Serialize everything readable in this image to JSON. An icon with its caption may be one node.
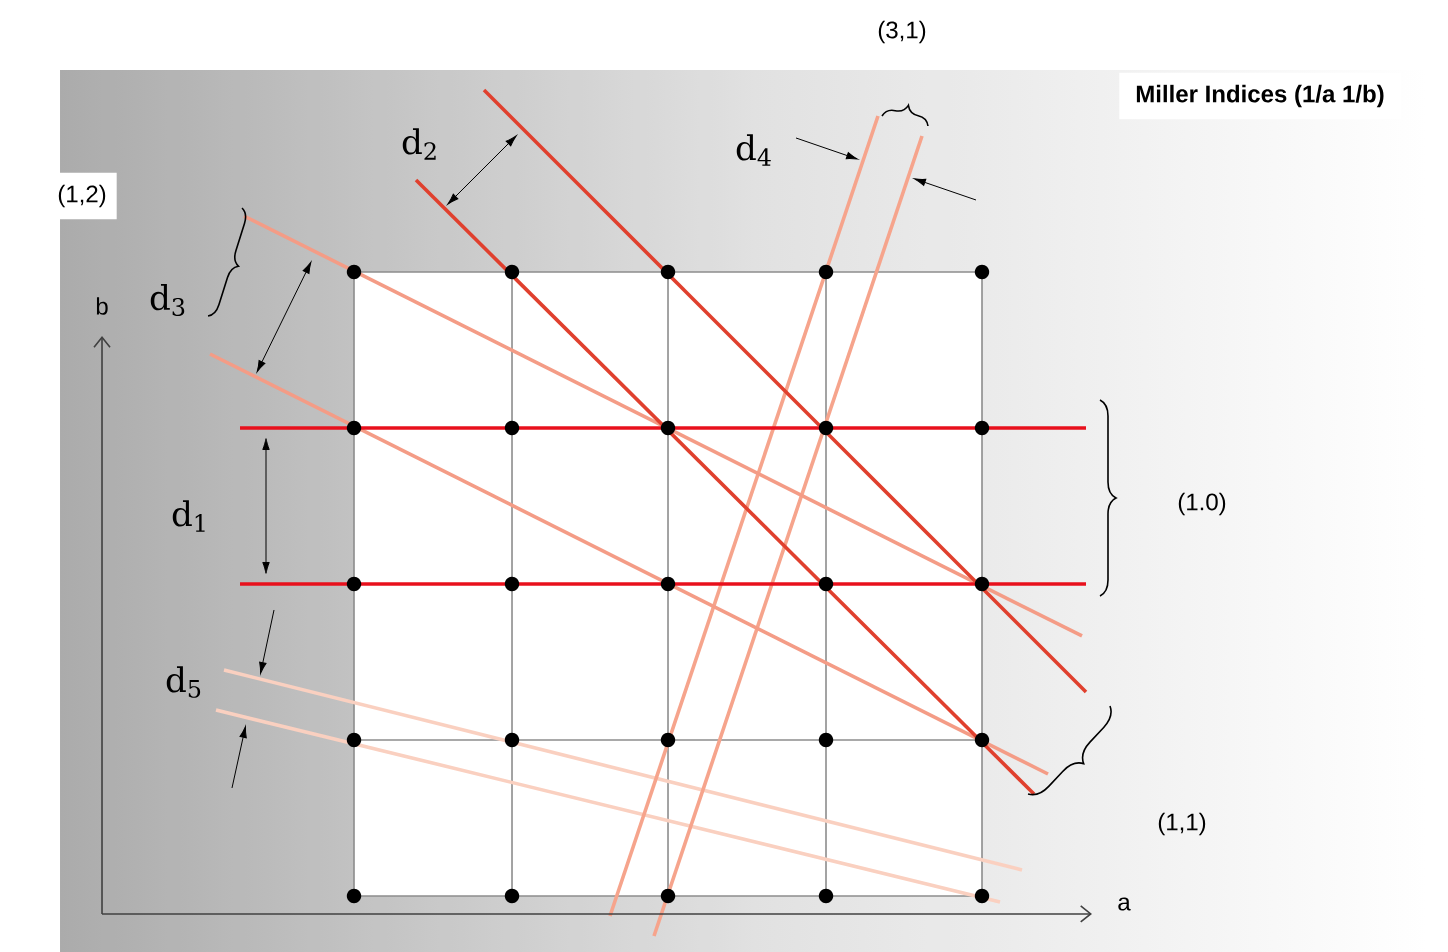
{
  "diagram": {
    "title": "Miller Indices (1/a 1/b)",
    "labels": [
      "(3,1)",
      "d$_{2}$",
      "d$_{4}$",
      "(1,2)",
      "d$_{3}$",
      "b",
      "(1.0)",
      "d$_{1}$",
      "d$_{5}$",
      "(1,1)",
      "a"
    ]
  }
}
